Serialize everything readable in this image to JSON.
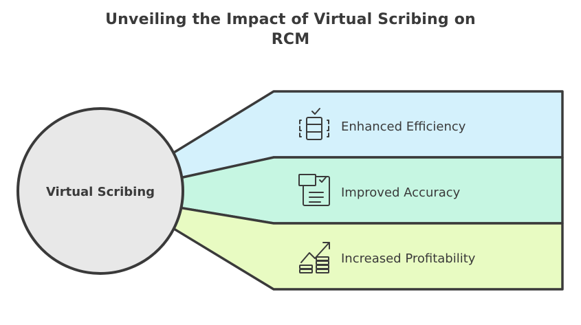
{
  "title": {
    "line1": "Unveiling the Impact of Virtual Scribing on",
    "line2": "RCM"
  },
  "hub": {
    "label": "Virtual Scribing"
  },
  "bands": [
    {
      "label": "Enhanced Efficiency",
      "icon": "server-check-icon",
      "color": "#d4f1fc"
    },
    {
      "label": "Improved Accuracy",
      "icon": "document-check-icon",
      "color": "#c6f6e2"
    },
    {
      "label": "Increased Profitability",
      "icon": "growth-coins-icon",
      "color": "#e8fbc2"
    }
  ],
  "colors": {
    "stroke": "#3a3a3a",
    "hub_fill": "#e8e8e8"
  }
}
